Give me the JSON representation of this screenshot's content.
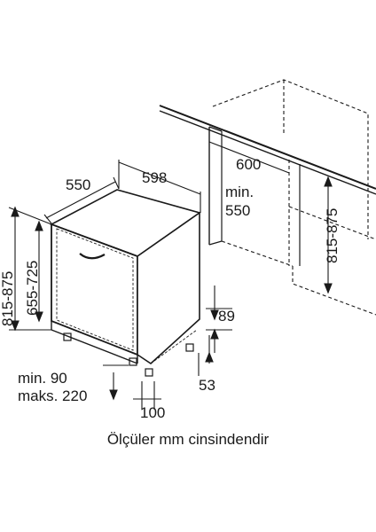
{
  "dimensions": {
    "depth_appliance": "550",
    "width_appliance": "598",
    "niche_width": "600",
    "niche_min_label": "min.",
    "niche_min_depth": "550",
    "niche_height": "815-875",
    "appliance_height_total": "815-875",
    "appliance_height_body": "655-725",
    "plinth_height": "89",
    "plinth_depth": "53",
    "door_min_label": "min. 90",
    "door_max_label": "maks. 220",
    "foot_offset": "100"
  },
  "caption": "Ölçüler mm cinsindendir"
}
